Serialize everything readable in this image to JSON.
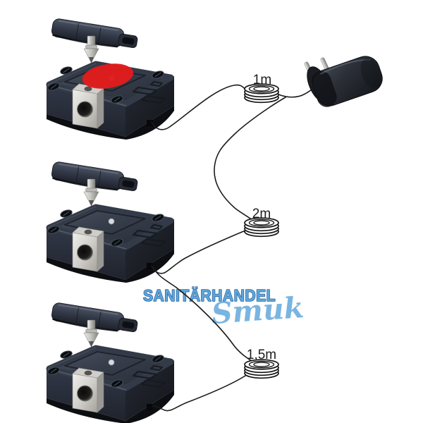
{
  "image": {
    "type": "product-connection-diagram",
    "background": "#ffffff"
  },
  "watermark": {
    "brand_top": "SANITÄRHANDEL",
    "brand_script": "Smuk",
    "color_outline": "#2c62a0",
    "color_fill": "#5fa6d9",
    "color_script": "#7ab5e1"
  },
  "components": {
    "locks": [
      {
        "name": "cabinet-lock-top",
        "marker": "red-dot",
        "marker_color": "#e11c1c"
      },
      {
        "name": "cabinet-lock-middle",
        "marker": "none"
      },
      {
        "name": "cabinet-lock-bottom",
        "marker": "none"
      }
    ],
    "power_adapter": {
      "name": "power-adapter-eu-plug"
    },
    "cables": [
      {
        "label": "1m",
        "from": "cabinet-lock-top",
        "to": "power-adapter"
      },
      {
        "label": "2m",
        "from": "power-adapter",
        "to": "cabinet-lock-middle"
      },
      {
        "label": "1,5m",
        "from": "cabinet-lock-middle",
        "to": "cabinet-lock-bottom"
      }
    ],
    "colors": {
      "device_body": "#262b35",
      "device_top": "#3a4150",
      "metal": "#d6d5d2",
      "cable_line": "#1b1b1b"
    }
  }
}
